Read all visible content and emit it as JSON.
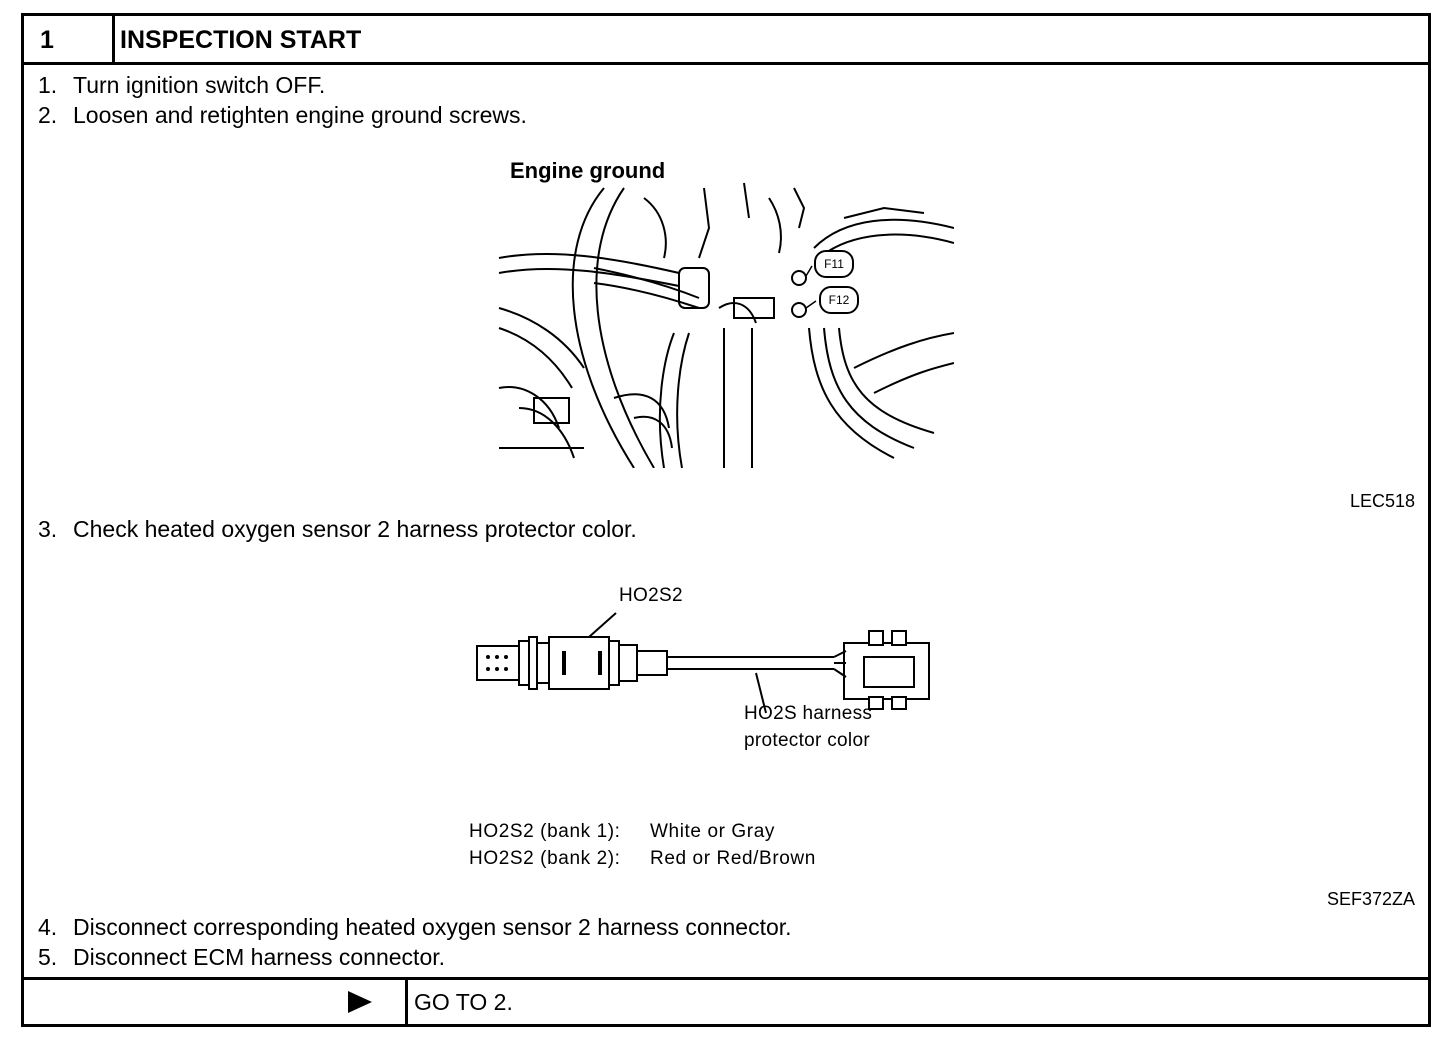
{
  "header": {
    "step_number": "1",
    "title": "INSPECTION START"
  },
  "steps": [
    {
      "num": "1.",
      "text": "Turn ignition switch OFF."
    },
    {
      "num": "2.",
      "text": "Loosen and retighten engine ground screws."
    },
    {
      "num": "3.",
      "text": "Check heated oxygen sensor 2 harness protector color."
    },
    {
      "num": "4.",
      "text": "Disconnect corresponding heated oxygen sensor 2 harness connector."
    },
    {
      "num": "5.",
      "text": "Disconnect ECM harness connector."
    }
  ],
  "figure1": {
    "label": "Engine ground",
    "callouts": [
      "F11",
      "F12"
    ],
    "figure_id": "LEC518"
  },
  "figure2": {
    "sensor_label": "HO2S2",
    "harness_label_line1": "HO2S harness",
    "harness_label_line2": "protector color",
    "specs": [
      {
        "key": "HO2S2 (bank 1):",
        "value": "White or Gray"
      },
      {
        "key": "HO2S2 (bank 2):",
        "value": "Red or Red/Brown"
      }
    ],
    "figure_id": "SEF372ZA"
  },
  "footer": {
    "arrow_icon": "right-triangle-arrow",
    "action": "GO TO 2."
  }
}
